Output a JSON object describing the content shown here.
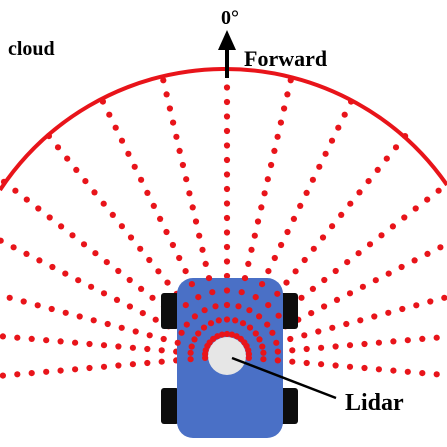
{
  "labels": {
    "cloud": "cloud",
    "angle": "0°",
    "forward": "Forward",
    "lidar": "Lidar"
  },
  "colors": {
    "points": "#e8141a",
    "arc": "#e8141a",
    "vehicle_body": "#4a70c6",
    "wheels": "#0d0d0d",
    "sensor": "#e6e6e6"
  },
  "scan": {
    "beam_angles_deg": [
      0,
      13,
      26,
      39,
      52,
      63,
      75,
      85,
      95
    ]
  }
}
